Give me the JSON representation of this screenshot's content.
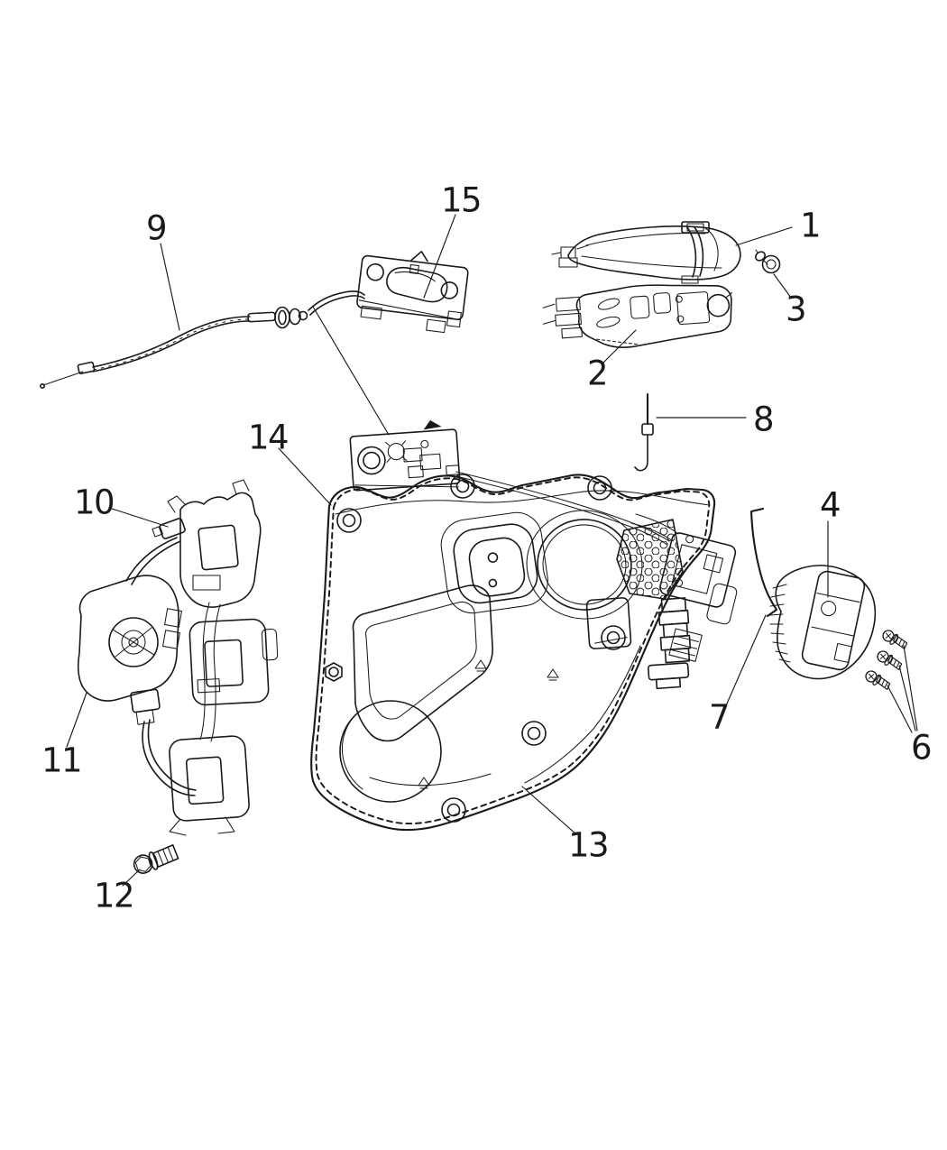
{
  "diagram": {
    "kind": "exploded-parts-line-drawing",
    "ink_color": "#1a1a1a",
    "paper_color": "#ffffff"
  },
  "callouts": {
    "c1": "1",
    "c2": "2",
    "c3": "3",
    "c4": "4",
    "c6": "6",
    "c7": "7",
    "c8": "8",
    "c9": "9",
    "c10": "10",
    "c11": "11",
    "c12": "12",
    "c13": "13",
    "c14": "14",
    "c15": "15"
  }
}
